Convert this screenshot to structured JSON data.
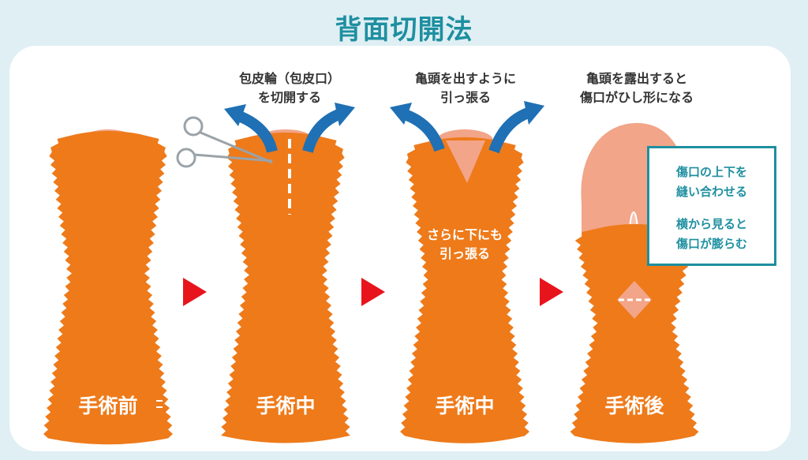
{
  "title": "背面切開法",
  "steps": [
    {
      "stage": "手術前"
    },
    {
      "stage": "手術中",
      "caption": [
        "包皮輪（包皮口）",
        "を切開する"
      ]
    },
    {
      "stage": "手術中",
      "caption": [
        "亀頭を出すように",
        "引っ張る"
      ],
      "note": [
        "さらに下にも",
        "引っ張る"
      ]
    },
    {
      "stage": "手術後",
      "caption": [
        "亀頭を露出すると",
        "傷口がひし形になる"
      ]
    }
  ],
  "infobox": {
    "line1": "傷口の上下を",
    "line2": "縫い合わせる",
    "line3": "横から見ると",
    "line4": "傷口が膨らむ"
  },
  "colors": {
    "title": "#1e8fa0",
    "foreskin": "#ee7a1a",
    "glans": "#f2a588",
    "arrow_blue": "#1f70b4",
    "arrow_red": "#e8141c",
    "box_border": "#1e8fa0"
  },
  "icons": [
    "scissors-icon",
    "pull-arrow-icon",
    "next-step-arrow-icon"
  ]
}
